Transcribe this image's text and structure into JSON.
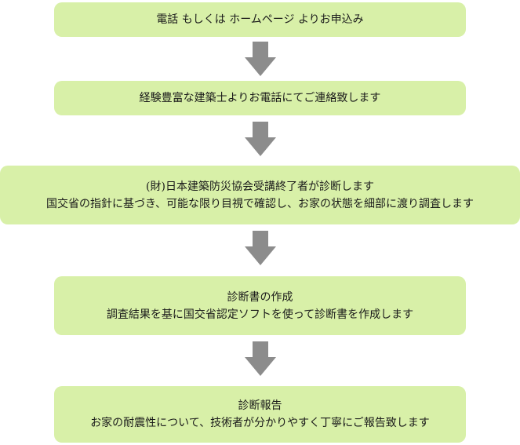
{
  "steps": [
    {
      "lines": [
        "電話 もしくは ホームページ よりお申込み"
      ]
    },
    {
      "lines": [
        "経験豊富な建築士よりお電話にてご連絡致します"
      ]
    },
    {
      "lines": [
        "(財)日本建築防災協会受講終了者が診断します",
        "国交省の指針に基づき、可能な限り目視で確認し、お家の状態を細部に渡り調査します"
      ]
    },
    {
      "lines": [
        "診断書の作成",
        "調査結果を基に国交省認定ソフトを使って診断書を作成します"
      ]
    },
    {
      "lines": [
        "診断報告",
        "お家の耐震性について、技術者が分かりやすく丁寧にご報告致します"
      ]
    }
  ],
  "colors": {
    "box_fill": "#d8f0a8",
    "arrow_fill": "#8c8c8c"
  },
  "icons": {
    "arrow": "down-arrow-icon"
  }
}
